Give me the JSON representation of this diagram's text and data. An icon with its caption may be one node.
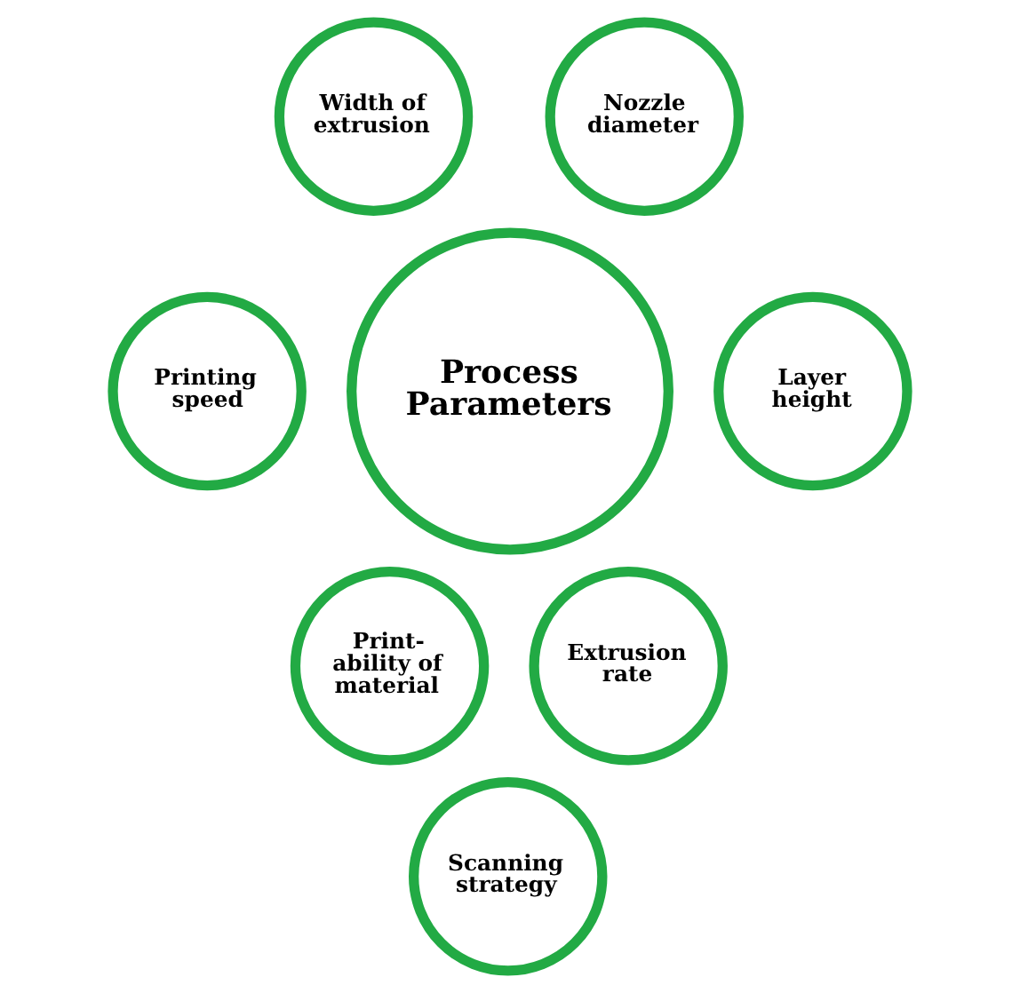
{
  "diagram": {
    "nodes": [
      {
        "text": [
          "Width of extrusion"
        ]
      },
      {
        "text": [
          "Nozzle diameter"
        ]
      },
      {
        "text": [
          "Printing speed"
        ]
      },
      {
        "text": [
          "Process Parameters"
        ]
      },
      {
        "text": [
          "Layer height"
        ]
      },
      {
        "text": [
          "Print-ability of material"
        ]
      },
      {
        "text": [
          "Extrusion rate"
        ]
      },
      {
        "text": [
          "Scanning strategy"
        ]
      }
    ]
  }
}
